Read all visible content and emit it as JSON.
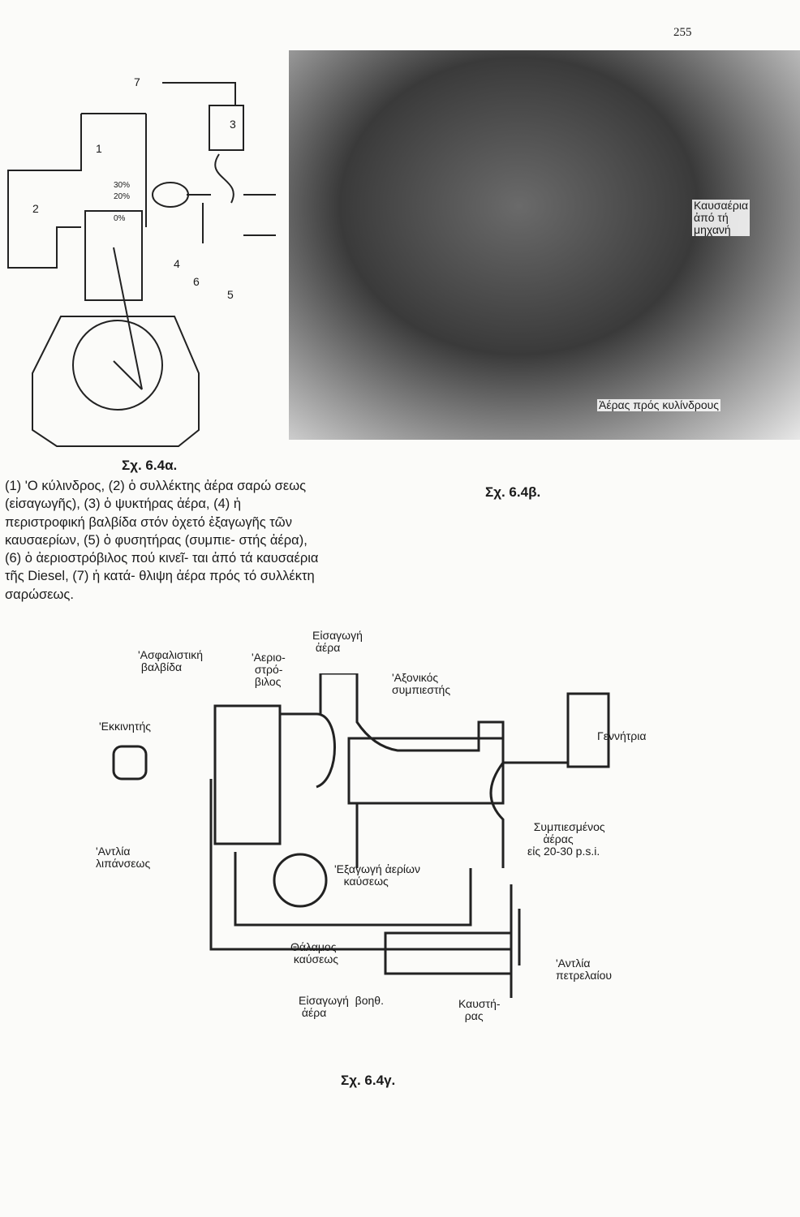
{
  "page_number": "255",
  "fig_a": {
    "caption": "Σχ. 6.4α.",
    "numbers": [
      "1",
      "2",
      "3",
      "4",
      "5",
      "6",
      "7"
    ],
    "percents": [
      "30%",
      "20%",
      "0%"
    ],
    "legend": "(1) 'Ο κύλινδρος, (2) ὁ συλλέκτης ἀέρα σαρώ σεως (εἰσαγωγῆς), (3) ὁ ψυκτήρας ἀέρα, (4) ἡ περιστροφική βαλβίδα στόν ὀχετό ἐξαγωγῆς τῶν καυσαερίων, (5) ὁ φυσητήρας (συμπιε- στής ἀέρα), (6) ὁ ἀεριοστρόβιλος πού κινεῖ- ται ἀπό τά καυσαέρια τῆς Diesel, (7) ἡ κατά- θλιψη ἀέρα πρός τό συλλέκτη σαρώσεως."
  },
  "fig_b": {
    "caption": "Σχ. 6.4β.",
    "label_exhaust": "Καυσαέρια\nἀπό τή\nμηχανή",
    "label_air": "Ἀέρας πρός κυλίνδρους"
  },
  "fig_c": {
    "caption": "Σχ. 6.4γ.",
    "labels": {
      "safety_valve": "'Ασφαλιστική\n βαλβίδα",
      "gas_turbine": "'Αεριο-\n στρό-\n βιλος",
      "air_intake": "Εἰσαγωγή\n ἀέρα",
      "axial_compressor": "'Αξονικός\nσυμπιεστής",
      "starter": "'Εκκινητής",
      "generator": "Γεννήτρια",
      "compressed_air": "  Συμπιεσμένος\n     ἀέρας\nεἰς 20-30 p.s.i.",
      "lube_pump": "'Αντλία\nλιπάνσεως",
      "exhaust": "'Εξαγωγή ἀερίων\n   καύσεως",
      "combustion_chamber": "Θάλαμος\n καύσεως",
      "aux_intake": "Εἰσαγωγή  βοηθ.\n ἀέρα",
      "burner": "Καυστή-\n  ρας",
      "fuel_pump": "'Αντλία\nπετρελαίου"
    }
  }
}
